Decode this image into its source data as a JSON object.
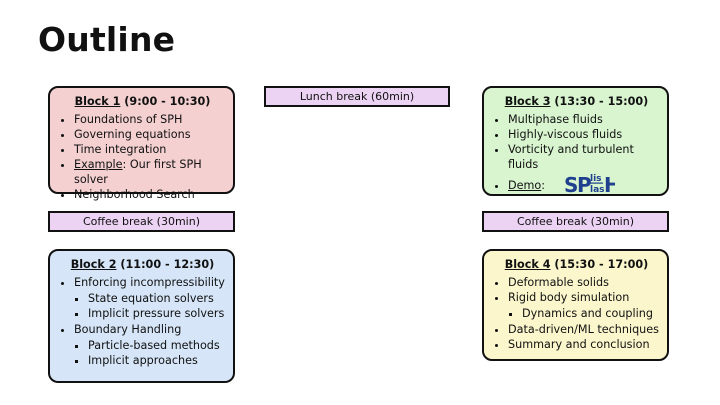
{
  "slide": {
    "title": "Outline"
  },
  "breaks": {
    "lunch": "Lunch break (60min)",
    "coffee_left": "Coffee break (30min)",
    "coffee_right": "Coffee break (30min)"
  },
  "block1": {
    "name": "Block 1",
    "time": "(9:00 - 10:30)",
    "items": [
      "Foundations of SPH",
      "Governing equations",
      "Time integration",
      "Example",
      ": Our first SPH solver",
      "Neighborhood Search"
    ]
  },
  "block2": {
    "name": "Block 2",
    "time": "(11:00 - 12:30)",
    "items": [
      "Enforcing incompressibility",
      "State equation solvers",
      "Implicit pressure solvers",
      "Boundary Handling",
      "Particle-based methods",
      "Implicit approaches"
    ]
  },
  "block3": {
    "name": "Block 3",
    "time": "(13:30 - 15:00)",
    "items": [
      "Multiphase fluids",
      "Highly-viscous fluids",
      "Vorticity and turbulent fluids",
      "Demo",
      ":"
    ],
    "logo_text": "SPlisHSPlasH"
  },
  "block4": {
    "name": "Block 4",
    "time": "(15:30 - 17:00)",
    "items": [
      "Deformable solids",
      "Rigid body simulation",
      "Dynamics and coupling",
      "Data-driven/ML techniques",
      "Summary and conclusion"
    ]
  },
  "colors": {
    "block1_bg": "#f4d0d0",
    "block2_bg": "#d6e6f8",
    "block3_bg": "#d8f5cf",
    "block4_bg": "#fbf6cc",
    "break_bg": "#ecd2f3",
    "logo_blue": "#1f3f8f"
  }
}
